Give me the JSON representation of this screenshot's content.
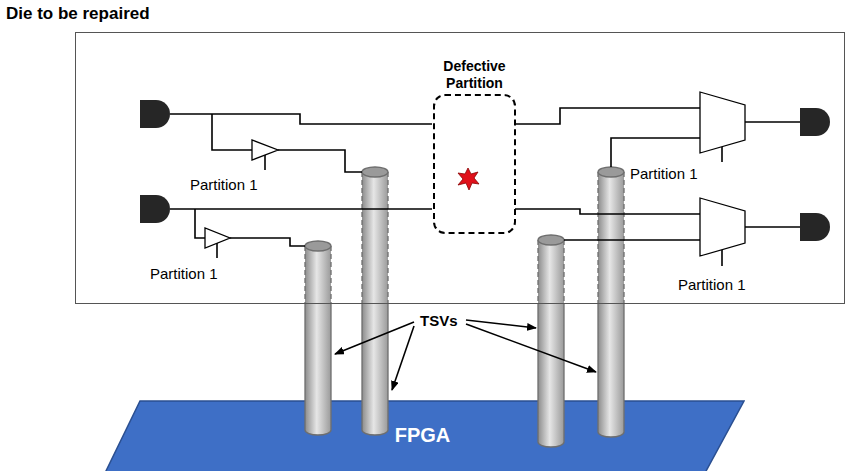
{
  "diagram": {
    "nodes": [
      {
        "text": [
          "Die to be repaired"
        ]
      },
      {
        "text": [
          "Defective Partition"
        ],
        "in": 0
      },
      {
        "text": [
          "FPGA"
        ]
      }
    ],
    "labels": [
      "Partition 1",
      "Partition 1",
      "Partition 1",
      "Partition 1",
      "TSVs"
    ]
  }
}
